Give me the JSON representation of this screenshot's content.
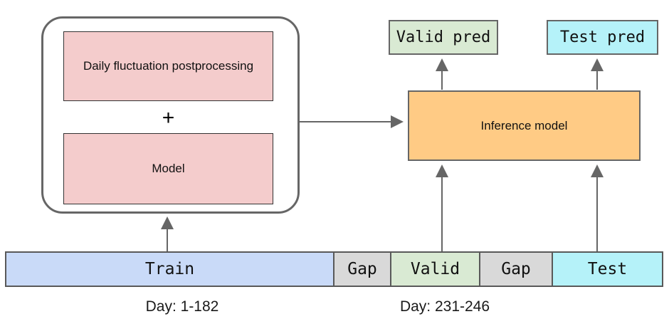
{
  "diagram": {
    "ensemble": {
      "postprocessing": "Daily fluctuation postprocessing",
      "plus": "+",
      "model": "Model"
    },
    "inference": "Inference model",
    "outputs": {
      "valid_pred": "Valid pred",
      "test_pred": "Test pred"
    },
    "timeline": {
      "segments": [
        {
          "label": "Train",
          "color": "#c9daf8"
        },
        {
          "label": "Gap",
          "color": "#d9d9d9"
        },
        {
          "label": "Valid",
          "color": "#d9ead3"
        },
        {
          "label": "Gap",
          "color": "#d9d9d9"
        },
        {
          "label": "Test",
          "color": "#b5f2f9"
        }
      ],
      "annotations": {
        "train_days": "Day: 1-182",
        "valid_days": "Day: 231-246"
      }
    },
    "colors": {
      "pink_fill": "#f4cccc",
      "pink_border": "#333333",
      "orange_fill": "#ffcb85",
      "green_fill": "#d9ead3",
      "cyan_fill": "#b5f2f9",
      "blue_fill": "#c9daf8",
      "gray_fill": "#d9d9d9",
      "group_border": "#666666",
      "bar_border": "#595959",
      "arrow_stroke": "#666666"
    }
  }
}
